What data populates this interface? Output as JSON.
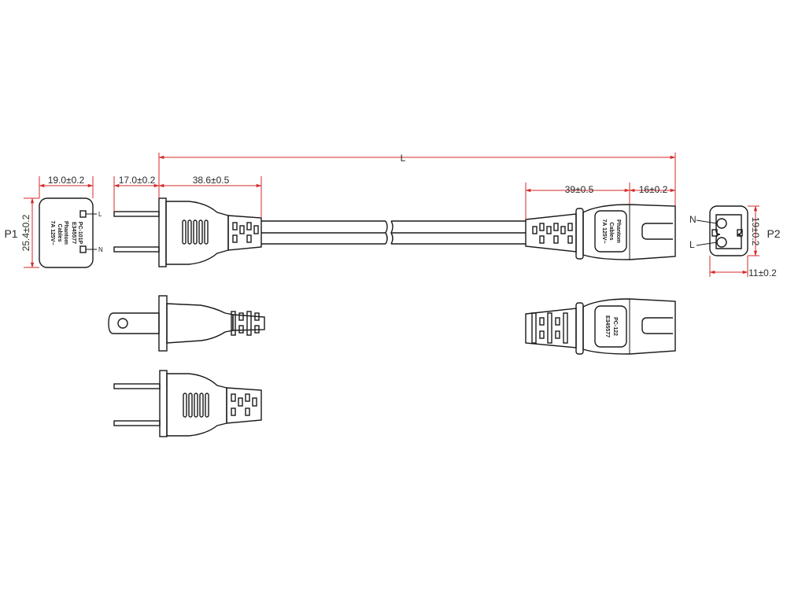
{
  "labels": {
    "p1": "P1",
    "p2": "P2",
    "overall_length": "L",
    "neutral": "N",
    "live": "L"
  },
  "dimensions": {
    "plug_width": "19.0±0.2",
    "plug_height": "25.4±0.2",
    "blade_length": "17.0±0.2",
    "plug_body_length": "38.6±0.5",
    "connector_body_length": "39±0.5",
    "connector_front_length": "16±0.2",
    "connector_height": "19±0.2",
    "connector_width": "11±0.2"
  },
  "plug_face_markings": {
    "line1": "PC-101P",
    "line2": "E345577",
    "line3": "Phantom",
    "line4": "Cables",
    "line5": "7A 125V~"
  },
  "connector_markings": {
    "top_line1": "Phantom",
    "top_line2": "Cables",
    "top_line3": "7A 125V~",
    "side_line1": "PC-122",
    "side_line2": "E345577"
  },
  "colors": {
    "outline": "#1a1a1a",
    "dimension_line": "#d42a2a"
  }
}
